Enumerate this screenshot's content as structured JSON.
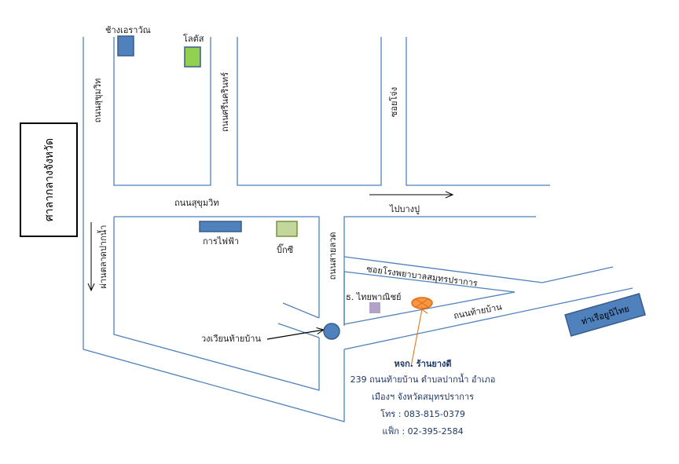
{
  "map": {
    "landmarks": {
      "provincial_court": "ศาลากลางจังหวัด",
      "chang_erawan": "ช้างเอราวัณ",
      "lotus": "โลตัส",
      "electricity_authority": "การไฟฟ้า",
      "big_c": "บิ๊กซี",
      "thai_panich_bank": "ธ. ไทยพาณิชย์",
      "pier": "ท่าเรือยูนิไทย",
      "roundabout": "วงเวียนท้ายบ้าน"
    },
    "roads": {
      "sukhumvit_vertical": "ถนนสุขุมวิท",
      "srinakarin": "ถนนศรีนครินทร์",
      "soi_jong": "ซอยโจ่ง",
      "sukhumvit_horizontal": "ถนนสุขุมวิท",
      "to_bangpu": "ไปบางปู",
      "via_paknam_market": "ผ่านตลาดปากน้ำ",
      "sailuat": "ถนนสายลวด",
      "hospital_soi": "ซอยโรงพยาบาลสมุทรปราการ",
      "thai_ban": "ถนนท้ายบ้าน"
    },
    "colors": {
      "road": "#4f81bd",
      "blue_marker": "#4f81bd",
      "lotus_green": "#92d050",
      "bigc_green": "#c3d69b",
      "bank_purple": "#b3a2c7",
      "shop_orange": "#f79646",
      "text_navy": "#1f3864"
    },
    "address": {
      "name": "หจก. ร้านยางดี",
      "line1": "239 ถนนท้ายบ้าน ตำบลปากน้ำ อำเภอ",
      "line2": "เมืองฯ จังหวัดสมุทรปราการ",
      "phone": "โทร : 083-815-0379",
      "fax": "แฟ็ก : 02-395-2584"
    }
  }
}
